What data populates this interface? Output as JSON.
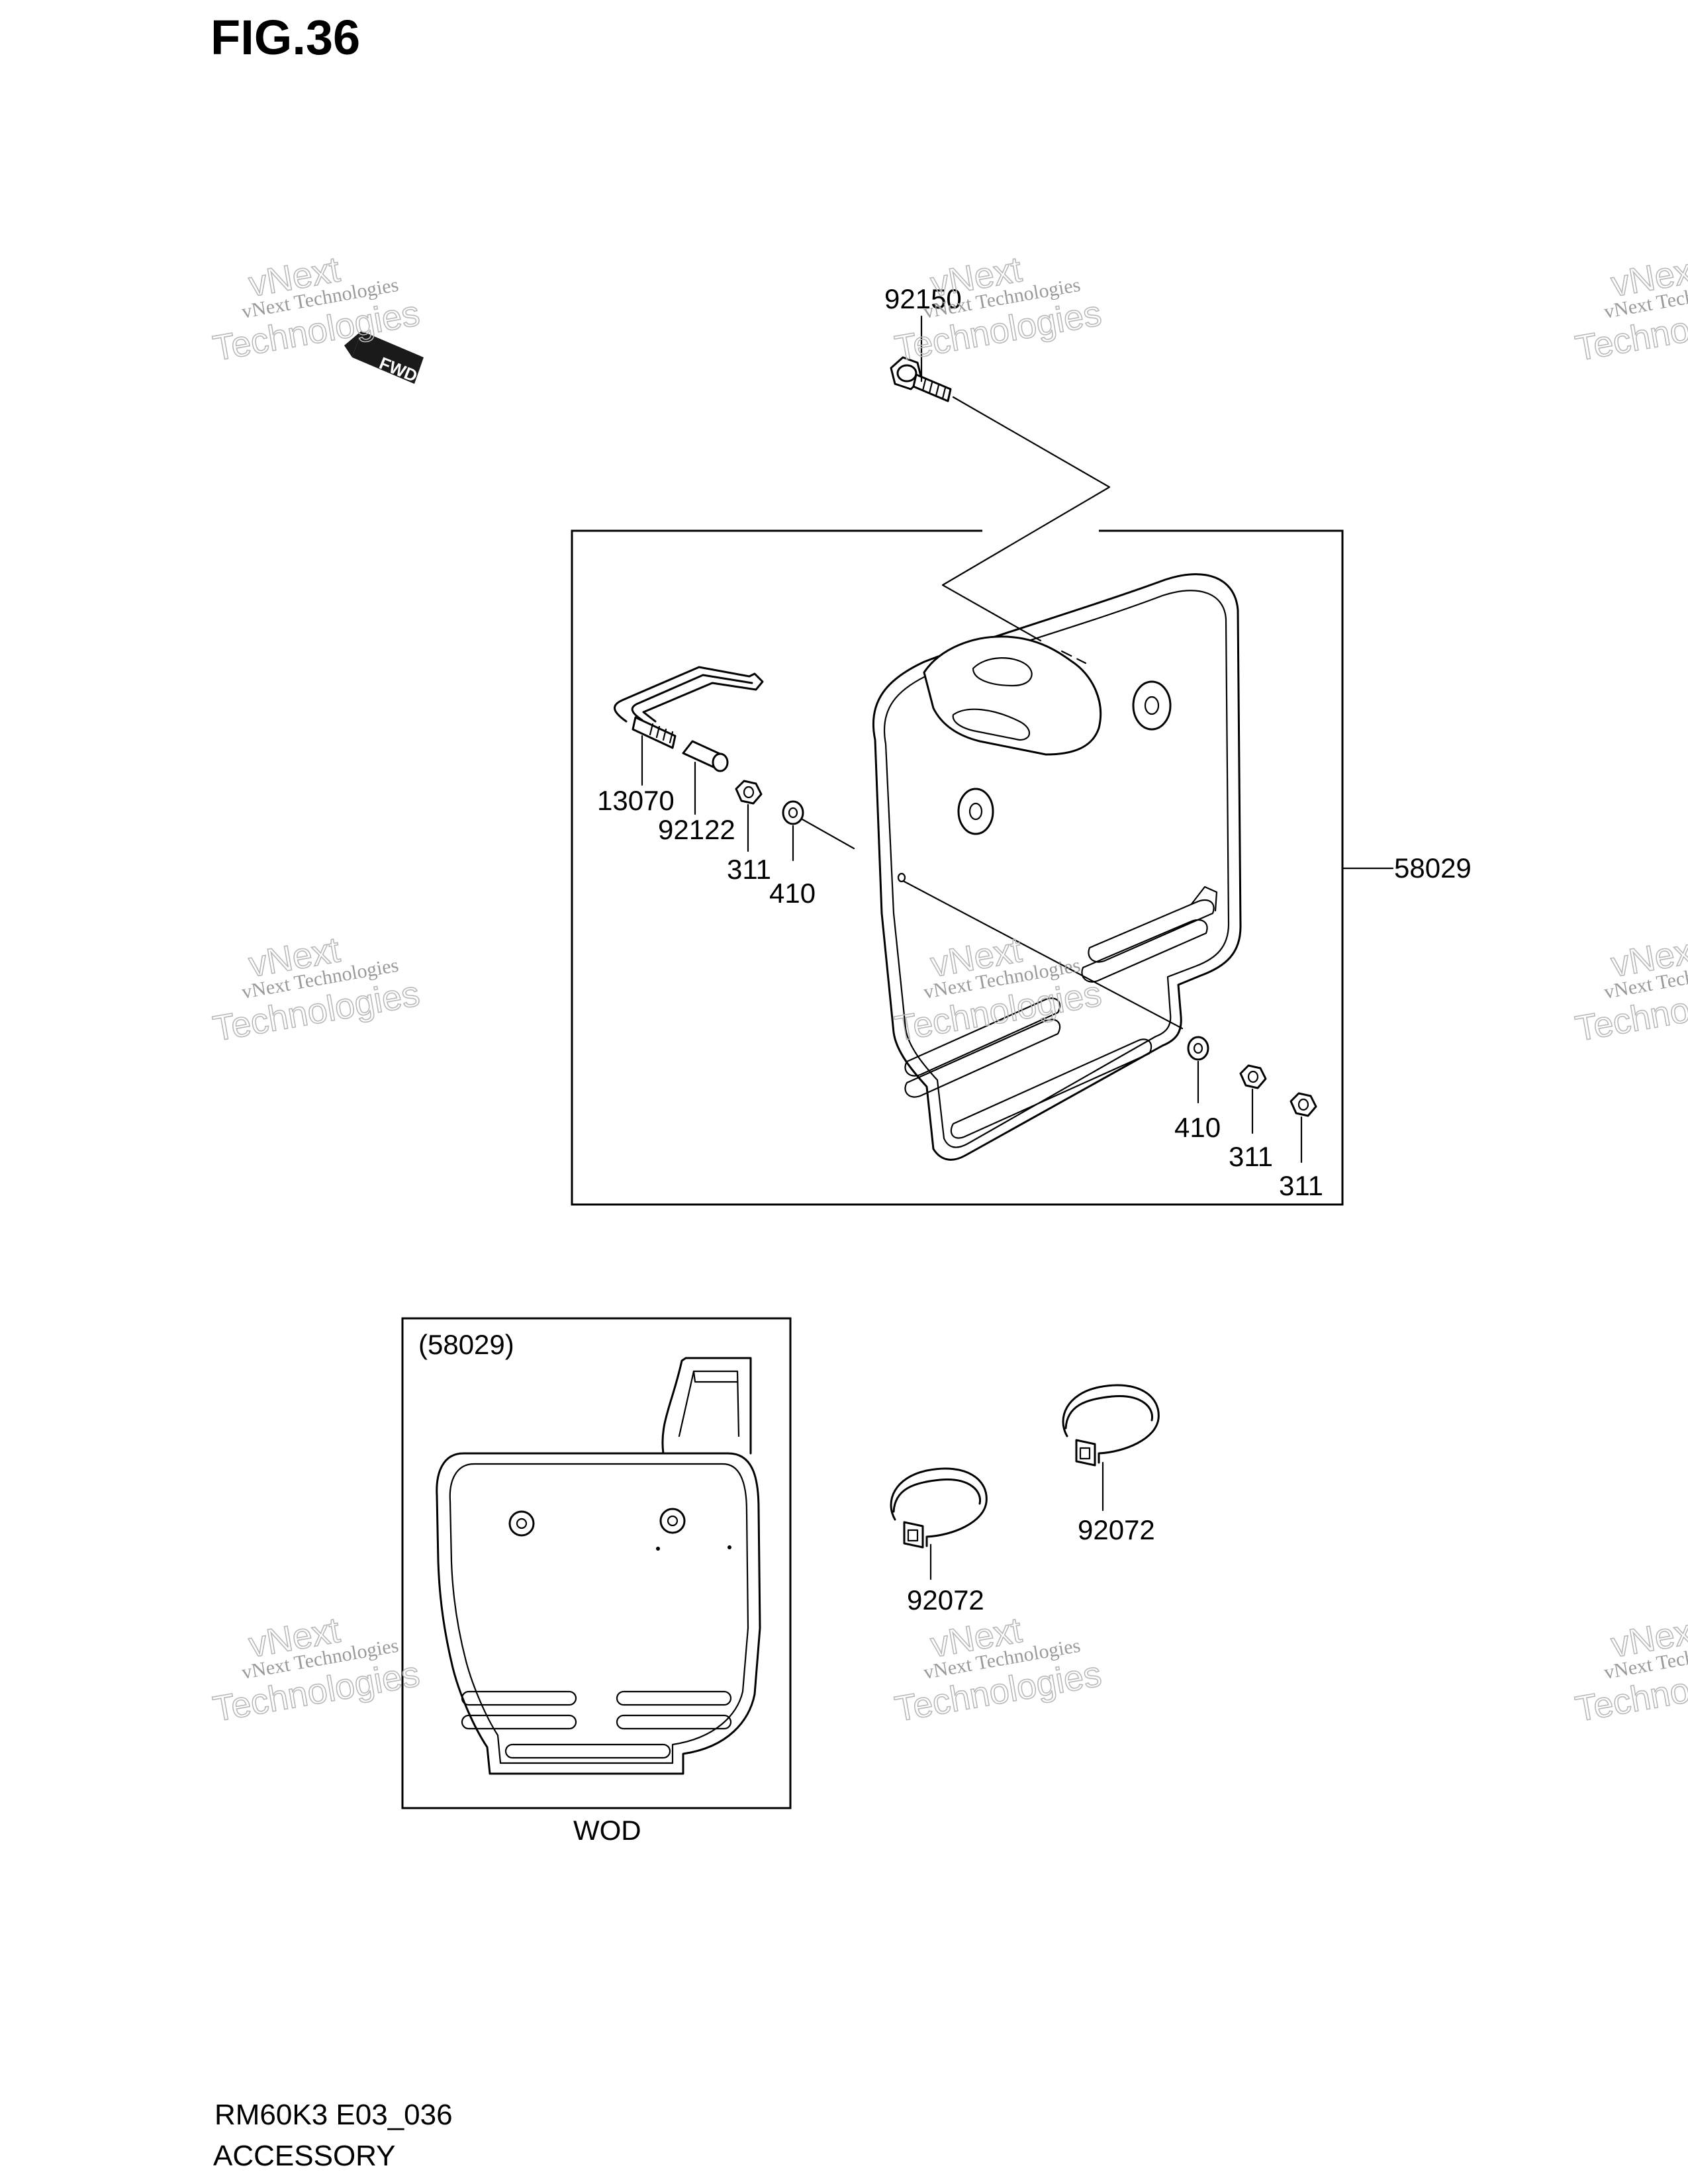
{
  "figure_title": "FIG.36",
  "fwd_badge": "FWD",
  "callouts": {
    "p92150": "92150",
    "p13070": "13070",
    "p92122": "92122",
    "p311_a": "311",
    "p410_a": "410",
    "p58029": "58029",
    "p410_b": "410",
    "p311_b": "311",
    "p311_c": "311",
    "p58029_ref": "(58029)",
    "p92072_a": "92072",
    "p92072_b": "92072"
  },
  "variant_label": "WOD",
  "footer": {
    "model_code": "RM60K3 E03_036",
    "section": "ACCESSORY"
  },
  "watermark": {
    "brand": "vNext",
    "line1": "vNext Technologies",
    "line2": "Technologies"
  }
}
